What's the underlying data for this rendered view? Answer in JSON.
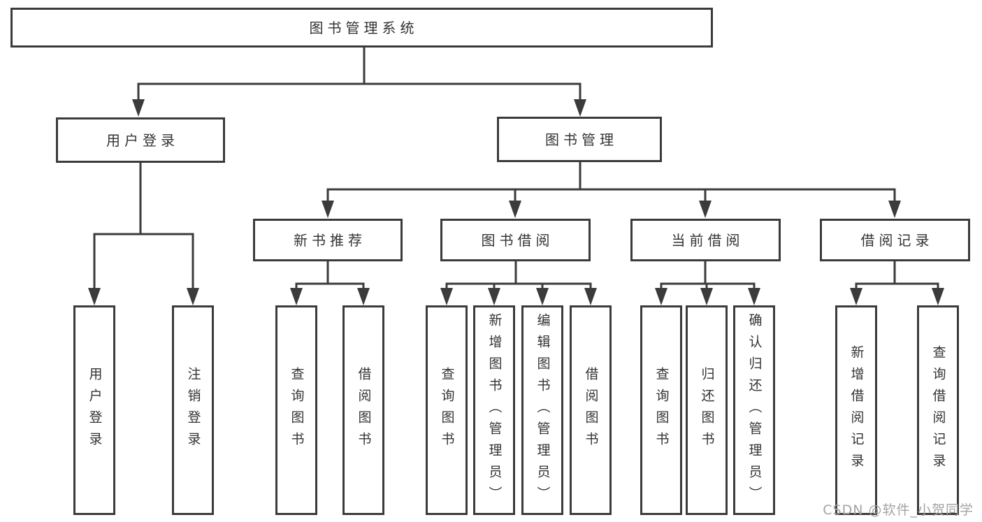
{
  "diagram": {
    "root": {
      "label": "图书管理系统"
    },
    "level2": {
      "user_login": {
        "label": "用户登录"
      },
      "book_management": {
        "label": "图书管理"
      }
    },
    "level3": {
      "new_book_recommend": {
        "label": "新书推荐"
      },
      "book_borrow": {
        "label": "图书借阅"
      },
      "current_borrow": {
        "label": "当前借阅"
      },
      "borrow_records": {
        "label": "借阅记录"
      }
    },
    "leaves": {
      "user_login": {
        "label": "用户登录"
      },
      "logout": {
        "label": "注销登录"
      },
      "recommend_query_books": {
        "label": "查询图书"
      },
      "recommend_borrow_books": {
        "label": "借阅图书"
      },
      "borrow_query_books": {
        "label": "查询图书"
      },
      "borrow_add_books": {
        "label": "新增图书（管理员）"
      },
      "borrow_edit_books": {
        "label": "编辑图书（管理员）"
      },
      "borrow_borrow_books": {
        "label": "借阅图书"
      },
      "current_query_books": {
        "label": "查询图书"
      },
      "current_return_books": {
        "label": "归还图书"
      },
      "current_confirm_return": {
        "label": "确认归还（管理员）"
      },
      "records_add_record": {
        "label": "新增借阅记录"
      },
      "records_query_record": {
        "label": "查询借阅记录"
      }
    }
  },
  "watermark": {
    "text": "CSDN @软件_小贺同学"
  },
  "colors": {
    "line": "#3B3B3B",
    "text": "#333333",
    "watermark": "#A3A3A3",
    "background": "#FFFFFF"
  }
}
